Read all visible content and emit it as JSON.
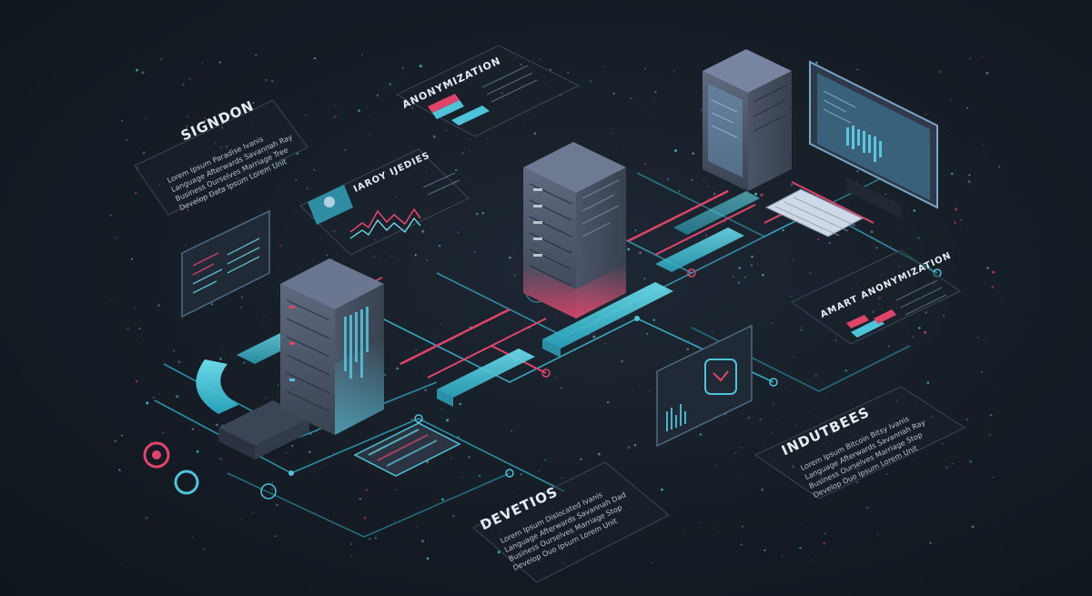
{
  "panels": {
    "signon": {
      "title": "SIGNDON",
      "body": "Lorem Ipsum Paradise Ivanis\nLanguage Afterwards Savannah Ray\nBusiness Ourselves Marriage Tree\nDevelop Data Ipsum Lorem Unit"
    },
    "anonymization": {
      "title": "ANONYMIZATION"
    },
    "privacy": {
      "title": "IAROY IJEDIES"
    },
    "smart_anonymization": {
      "title": "AMART ANONYMIZATION"
    },
    "devetios": {
      "title": "DEVETIOS",
      "body": "Lorem Ipsum Dislocated Ivanis\nLanguage Afterwards Savannah Dad\nBusiness Ourselves Marriage Stop\nDevelop Ouo Ipsum Lorem Unit"
    },
    "indutbees": {
      "title": "INDUTBEES",
      "body": "Lorem Ipsum Bitcoin Bitsy Ivanis\nLanguage Afterwards Savannah Ray\nBusiness Ourselves Marriage Stop\nDevelop Ouo Ipsum Lorem Unit"
    }
  },
  "colors": {
    "background": "#151c25",
    "cyan": "#4fc3d9",
    "pink": "#e0446a",
    "server": "#5d6a80",
    "panel_stroke": "#3a4656"
  }
}
